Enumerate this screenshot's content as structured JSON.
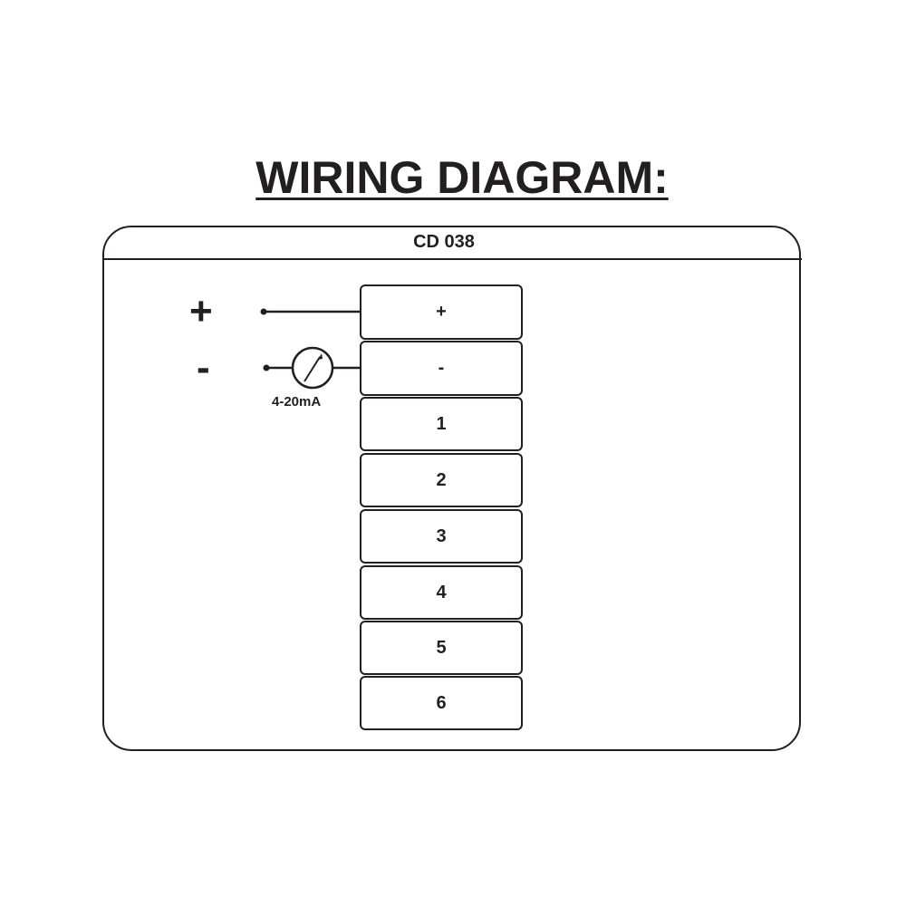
{
  "title": "WIRING DIAGRAM:",
  "device": {
    "model": "CD 038"
  },
  "supply": {
    "positive_label": "+",
    "negative_label": "-",
    "signal_label": "4-20mA"
  },
  "terminals": [
    "+",
    "-",
    "1",
    "2",
    "3",
    "4",
    "5",
    "6"
  ]
}
